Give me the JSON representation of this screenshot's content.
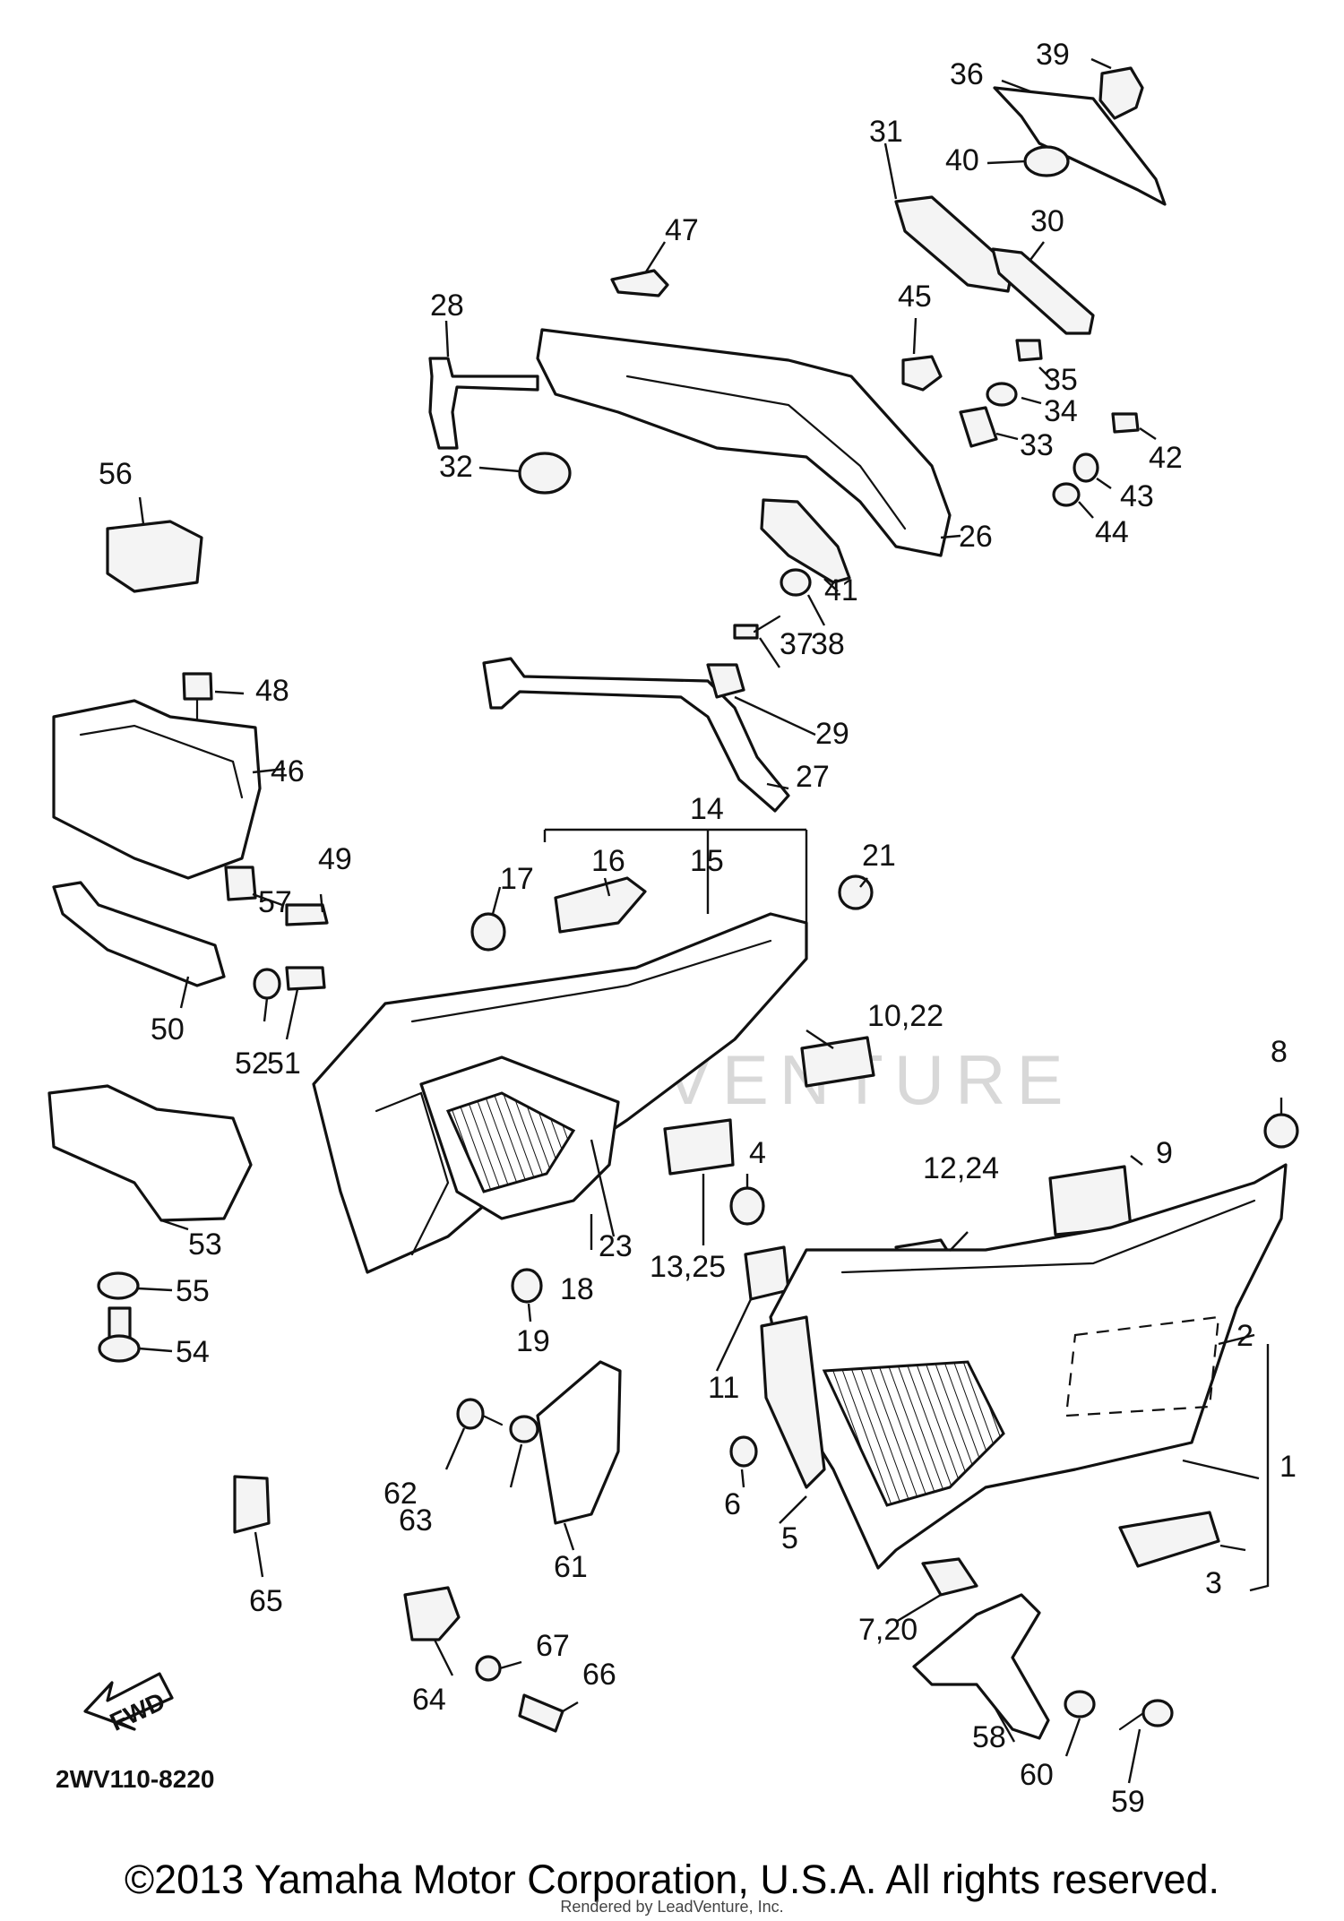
{
  "diagram": {
    "drawing_code": "2WV110-8220",
    "watermark": "LEADVENTURE",
    "fwd_label": "FWD",
    "callouts": [
      {
        "id": "c1",
        "label": "1"
      },
      {
        "id": "c2",
        "label": "2"
      },
      {
        "id": "c3",
        "label": "3"
      },
      {
        "id": "c4",
        "label": "4"
      },
      {
        "id": "c5",
        "label": "5"
      },
      {
        "id": "c6",
        "label": "6"
      },
      {
        "id": "c7",
        "label": "7,20"
      },
      {
        "id": "c8",
        "label": "8"
      },
      {
        "id": "c9",
        "label": "9"
      },
      {
        "id": "c10",
        "label": "10,22"
      },
      {
        "id": "c11",
        "label": "11"
      },
      {
        "id": "c12",
        "label": "12,24"
      },
      {
        "id": "c13",
        "label": "13,25"
      },
      {
        "id": "c14",
        "label": "14"
      },
      {
        "id": "c15",
        "label": "15"
      },
      {
        "id": "c16",
        "label": "16"
      },
      {
        "id": "c17",
        "label": "17"
      },
      {
        "id": "c18",
        "label": "18"
      },
      {
        "id": "c19",
        "label": "19"
      },
      {
        "id": "c21",
        "label": "21"
      },
      {
        "id": "c23",
        "label": "23"
      },
      {
        "id": "c26",
        "label": "26"
      },
      {
        "id": "c27",
        "label": "27"
      },
      {
        "id": "c28",
        "label": "28"
      },
      {
        "id": "c29",
        "label": "29"
      },
      {
        "id": "c30",
        "label": "30"
      },
      {
        "id": "c31",
        "label": "31"
      },
      {
        "id": "c32",
        "label": "32"
      },
      {
        "id": "c33",
        "label": "33"
      },
      {
        "id": "c34",
        "label": "34"
      },
      {
        "id": "c35",
        "label": "35"
      },
      {
        "id": "c36",
        "label": "36"
      },
      {
        "id": "c37",
        "label": "37"
      },
      {
        "id": "c38",
        "label": "38"
      },
      {
        "id": "c39",
        "label": "39"
      },
      {
        "id": "c40",
        "label": "40"
      },
      {
        "id": "c41",
        "label": "41"
      },
      {
        "id": "c42",
        "label": "42"
      },
      {
        "id": "c43",
        "label": "43"
      },
      {
        "id": "c44",
        "label": "44"
      },
      {
        "id": "c45",
        "label": "45"
      },
      {
        "id": "c46",
        "label": "46"
      },
      {
        "id": "c47",
        "label": "47"
      },
      {
        "id": "c48",
        "label": "48"
      },
      {
        "id": "c49",
        "label": "49"
      },
      {
        "id": "c50",
        "label": "50"
      },
      {
        "id": "c51",
        "label": "51"
      },
      {
        "id": "c52",
        "label": "52"
      },
      {
        "id": "c53",
        "label": "53"
      },
      {
        "id": "c54",
        "label": "54"
      },
      {
        "id": "c55",
        "label": "55"
      },
      {
        "id": "c56",
        "label": "56"
      },
      {
        "id": "c57",
        "label": "57"
      },
      {
        "id": "c58",
        "label": "58"
      },
      {
        "id": "c59",
        "label": "59"
      },
      {
        "id": "c60",
        "label": "60"
      },
      {
        "id": "c61",
        "label": "61"
      },
      {
        "id": "c62",
        "label": "62"
      },
      {
        "id": "c63",
        "label": "63"
      },
      {
        "id": "c64",
        "label": "64"
      },
      {
        "id": "c65",
        "label": "65"
      },
      {
        "id": "c66",
        "label": "66"
      },
      {
        "id": "c67",
        "label": "67"
      }
    ]
  },
  "footer": {
    "copyright": "©2013 Yamaha Motor Corporation, U.S.A. All rights reserved.",
    "renderer": "Rendered by LeadVenture, Inc."
  }
}
